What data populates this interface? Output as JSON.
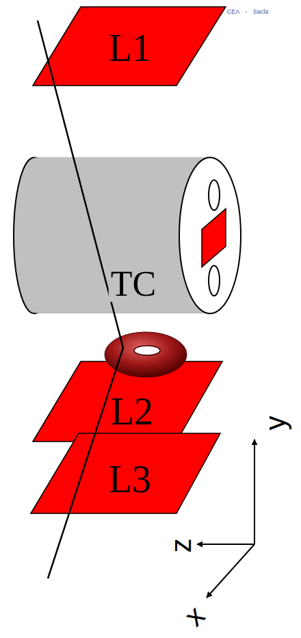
{
  "diagram": {
    "nodes": [
      {
        "text": [
          "L1"
        ]
      },
      {
        "text": [
          "TC"
        ]
      },
      {
        "text": [
          "L2"
        ]
      },
      {
        "text": [
          "L3"
        ]
      }
    ],
    "labels": [
      "CEA - Sacla",
      "y",
      "z",
      "x"
    ]
  }
}
